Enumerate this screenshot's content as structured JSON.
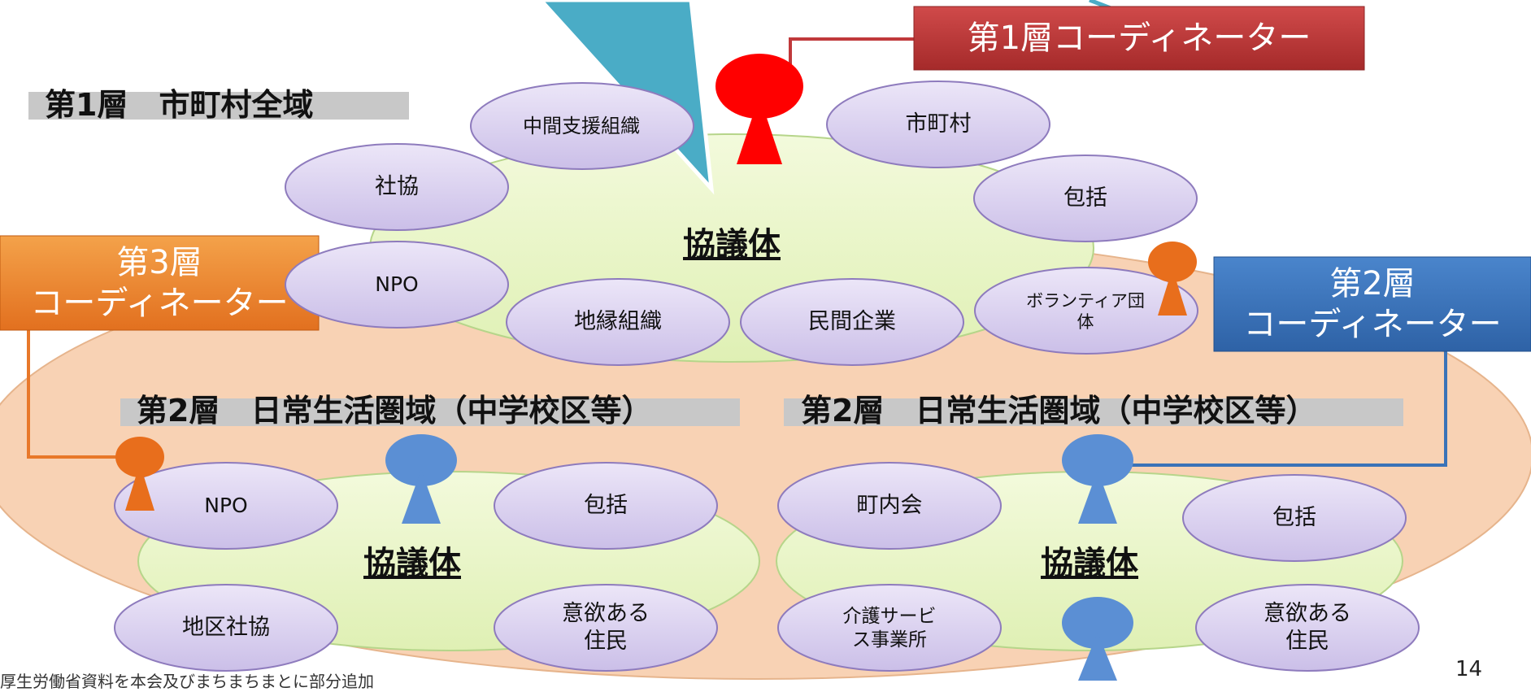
{
  "layer1": {
    "title": "第1層　市町村全域",
    "coordinator": "第1層コーディネーター",
    "council": "協議体",
    "members": {
      "intermediate": "中間支援組織",
      "municipality": "市町村",
      "shakyo": "社協",
      "houkatsu": "包括",
      "npo": "NPO",
      "chien": "地縁組織",
      "private": "民間企業",
      "volunteer": "ボランティア団体"
    }
  },
  "layer3_coordinator": {
    "line1": "第3層",
    "line2": "コーディネーター"
  },
  "layer2_coordinator": {
    "line1": "第2層",
    "line2": "コーディネーター"
  },
  "layer2_left": {
    "title": "第2層　日常生活圏域（中学校区等）",
    "council": "協議体",
    "members": {
      "npo": "NPO",
      "houkatsu": "包括",
      "district": "地区社協",
      "residents": "意欲ある住民"
    }
  },
  "layer2_right": {
    "title": "第2層　日常生活圏域（中学校区等）",
    "council": "協議体",
    "members": {
      "chonaikai": "町内会",
      "houkatsu": "包括",
      "care": "介護サービス事業所",
      "residents": "意欲ある住民"
    }
  },
  "page_number": "14",
  "footnote": "厚生労働省資料を本会及びまちまちまとに部分追加",
  "colors": {
    "layer1_coordinator": "#c0393b",
    "layer2_coordinator": "#3a73b8",
    "layer3_coordinator": "#e8782a",
    "figure_red": "#ff0000",
    "figure_blue": "#5b8fd4",
    "figure_orange": "#e86e1c",
    "member_fill": "#dcd3ef",
    "council_fill": "#eaf6c8",
    "base_fill": "#f8d2b4",
    "callout": "#4aacc6"
  }
}
